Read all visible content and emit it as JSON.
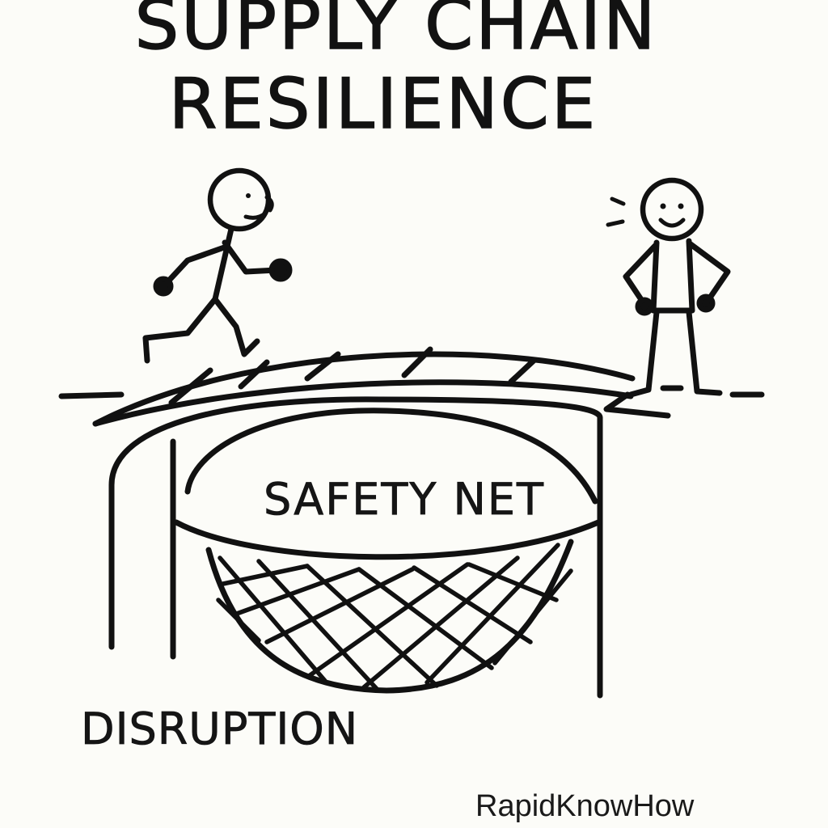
{
  "title": {
    "line1": "SUPPLY CHAIN",
    "line2": "RESILIENCE"
  },
  "labels": {
    "safety_net": "SAFETY NET",
    "disruption": "DISRUPTION"
  },
  "credit": "RapidKnowHow",
  "icons": [
    "running-stick-figure-icon",
    "standing-stick-figure-icon",
    "bridge-icon",
    "safety-net-icon"
  ],
  "colors": {
    "ink": "#111111",
    "paper": "#fcfcf8"
  }
}
